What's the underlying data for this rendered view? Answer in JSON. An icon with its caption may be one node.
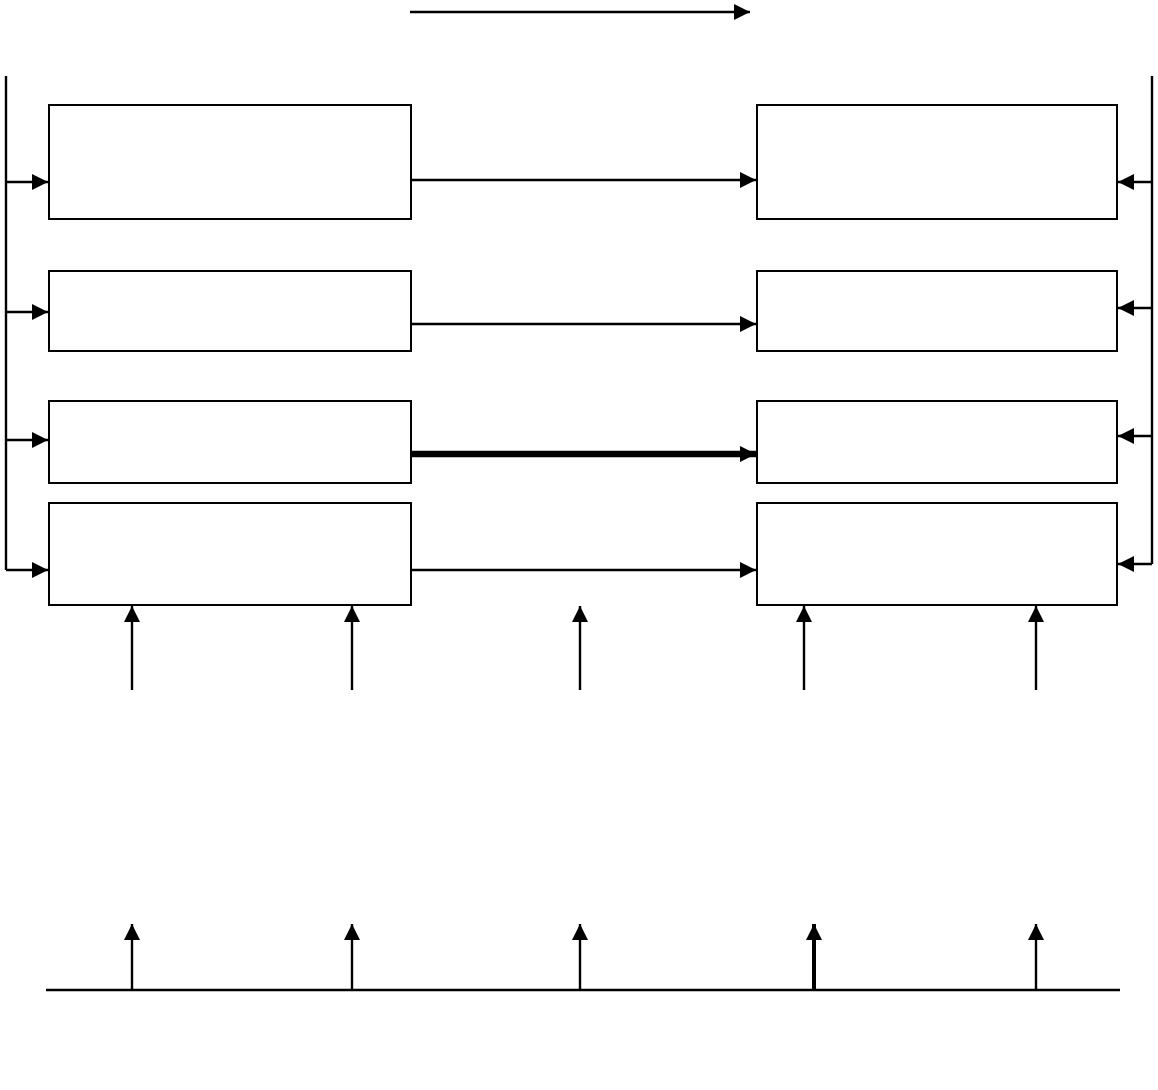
{
  "diagram": {
    "nodes": [
      {
        "text": [],
        "shape": "box"
      },
      {
        "text": [],
        "shape": "box"
      },
      {
        "text": [],
        "shape": "box"
      },
      {
        "text": [],
        "shape": "box"
      },
      {
        "text": [],
        "shape": "box"
      },
      {
        "text": [],
        "shape": "box"
      },
      {
        "text": [],
        "shape": "box"
      },
      {
        "text": [],
        "shape": "box"
      }
    ],
    "edges": [
      {
        "from": null,
        "to": 0,
        "arrow": "to"
      },
      {
        "from": null,
        "to": 2,
        "arrow": "to"
      },
      {
        "from": null,
        "to": 4,
        "arrow": "to"
      },
      {
        "from": null,
        "to": 6,
        "arrow": "to"
      },
      {
        "from": 0,
        "to": 1,
        "arrow": "to"
      },
      {
        "from": 2,
        "to": 3,
        "arrow": "to"
      },
      {
        "from": 4,
        "to": 5,
        "arrow": "to",
        "style": "thick"
      },
      {
        "from": 6,
        "to": 7,
        "arrow": "to"
      },
      {
        "from": null,
        "to": 1,
        "arrow": "to"
      },
      {
        "from": null,
        "to": 3,
        "arrow": "to"
      },
      {
        "from": null,
        "to": 5,
        "arrow": "to"
      },
      {
        "from": null,
        "to": 7,
        "arrow": "to"
      },
      {
        "from": null,
        "to": 6,
        "arrow": "to"
      },
      {
        "from": null,
        "to": 6,
        "arrow": "to"
      },
      {
        "from": null,
        "to": 7,
        "arrow": "to"
      },
      {
        "from": null,
        "to": 7,
        "arrow": "to"
      }
    ]
  }
}
